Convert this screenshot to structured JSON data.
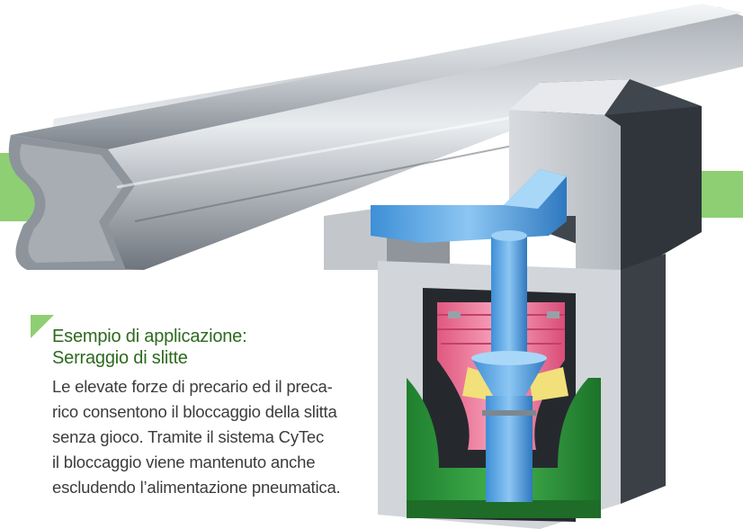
{
  "caption": {
    "heading_line1": "Esempio di applicazione:",
    "heading_line2": "Serraggio di slitte",
    "body_lines": [
      "Le elevate forze di precario ed il preca-",
      "rico consentono il bloccaggio della slitta",
      "senza gioco. Tramite il sistema CyTec",
      "il bloccaggio viene mantenuto anche",
      "escludendo l’alimentazione pneumatica."
    ]
  },
  "colors": {
    "accent_green": "#8ecf74",
    "heading_green": "#2d6a1e",
    "clamp_blue": "#5aa8e8",
    "spring_pink": "#f07aa0",
    "wedge_yellow": "#f2e07a",
    "base_green": "#2f9a3c",
    "steel_gray": "#c9ccd0"
  }
}
